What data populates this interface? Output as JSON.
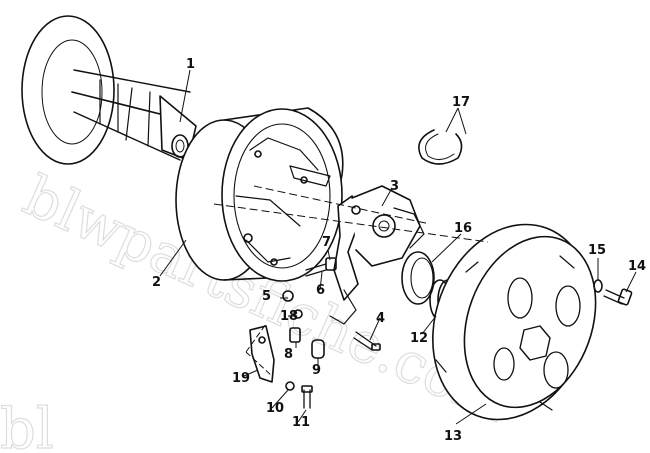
{
  "watermark": {
    "text": "blwpartsfiche.com",
    "fragment": "bl"
  },
  "colors": {
    "ink": "#111111",
    "watermark_stroke": "#cfcfcf",
    "paper": "#ffffff"
  },
  "callouts": {
    "p1": "1",
    "p2": "2",
    "p3": "3",
    "p4": "4",
    "p5": "5",
    "p6": "6",
    "p7": "7",
    "p8": "8",
    "p9": "9",
    "p10": "10",
    "p11": "11",
    "p12": "12",
    "p13": "13",
    "p14": "14",
    "p15": "15",
    "p16": "16",
    "p17": "17",
    "p18": "18",
    "p19": "19"
  }
}
